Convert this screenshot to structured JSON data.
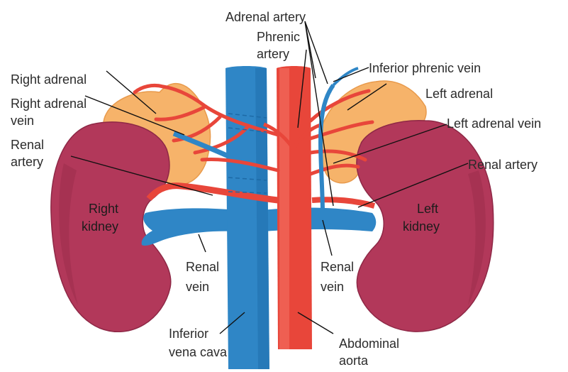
{
  "labels": {
    "adrenal_artery": "Adrenal artery",
    "phrenic_artery_1": "Phrenic",
    "phrenic_artery_2": "artery",
    "right_adrenal": "Right adrenal",
    "right_adrenal_vein_1": "Right adrenal",
    "right_adrenal_vein_2": "vein",
    "renal_artery_left_1": "Renal",
    "renal_artery_left_2": "artery",
    "inferior_phrenic_vein": "Inferior phrenic vein",
    "left_adrenal": "Left adrenal",
    "left_adrenal_vein": "Left adrenal vein",
    "renal_artery_right": "Renal artery",
    "right_kidney_1": "Right",
    "right_kidney_2": "kidney",
    "left_kidney_1": "Left",
    "left_kidney_2": "kidney",
    "renal_vein_r_1": "Renal",
    "renal_vein_r_2": "vein",
    "renal_vein_l_1": "Renal",
    "renal_vein_l_2": "vein",
    "ivc_1": "Inferior",
    "ivc_2": "vena cava",
    "aorta_1": "Abdominal",
    "aorta_2": "aorta"
  },
  "colors": {
    "kidney": "#b2385a",
    "kidney_dark": "#8e2846",
    "adrenal": "#f6b36a",
    "adrenal_edge": "#e89a4c",
    "vein": "#2f86c6",
    "vein_dark": "#1d6aa6",
    "artery": "#e8463a",
    "artery_light": "#f26a5c",
    "artery_dark": "#c43228"
  }
}
